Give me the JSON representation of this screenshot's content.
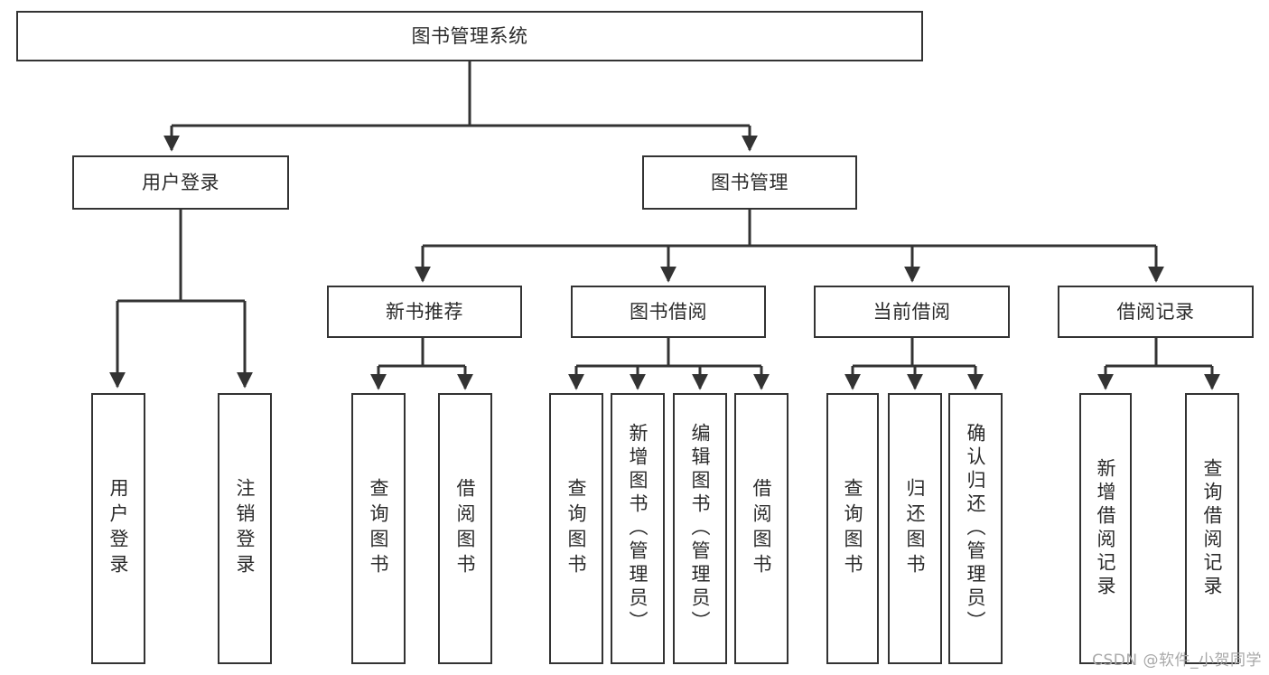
{
  "diagram": {
    "type": "tree",
    "title": "图书管理系统",
    "root": {
      "label": "图书管理系统"
    },
    "level1": [
      {
        "label": "用户登录"
      },
      {
        "label": "图书管理"
      }
    ],
    "level2": [
      {
        "label": "新书推荐"
      },
      {
        "label": "图书借阅"
      },
      {
        "label": "当前借阅"
      },
      {
        "label": "借阅记录"
      }
    ],
    "leaves": {
      "user_login": [
        {
          "label": "用户登录"
        },
        {
          "label": "注销登录"
        }
      ],
      "new_book_recommend": [
        {
          "label": "查询图书"
        },
        {
          "label": "借阅图书"
        }
      ],
      "book_borrow": [
        {
          "label": "查询图书"
        },
        {
          "label": "新增图书（管理员）"
        },
        {
          "label": "编辑图书（管理员）"
        },
        {
          "label": "借阅图书"
        }
      ],
      "current_borrow": [
        {
          "label": "查询图书"
        },
        {
          "label": "归还图书"
        },
        {
          "label": "确认归还（管理员）"
        }
      ],
      "borrow_record": [
        {
          "label": "新增借阅记录"
        },
        {
          "label": "查询借阅记录"
        }
      ]
    }
  },
  "watermark": {
    "text": "CSDN @软件_小贺同学"
  },
  "colors": {
    "stroke": "#333333",
    "text": "#2b2b2b",
    "background": "#ffffff",
    "watermark": "#a8a8a8"
  }
}
